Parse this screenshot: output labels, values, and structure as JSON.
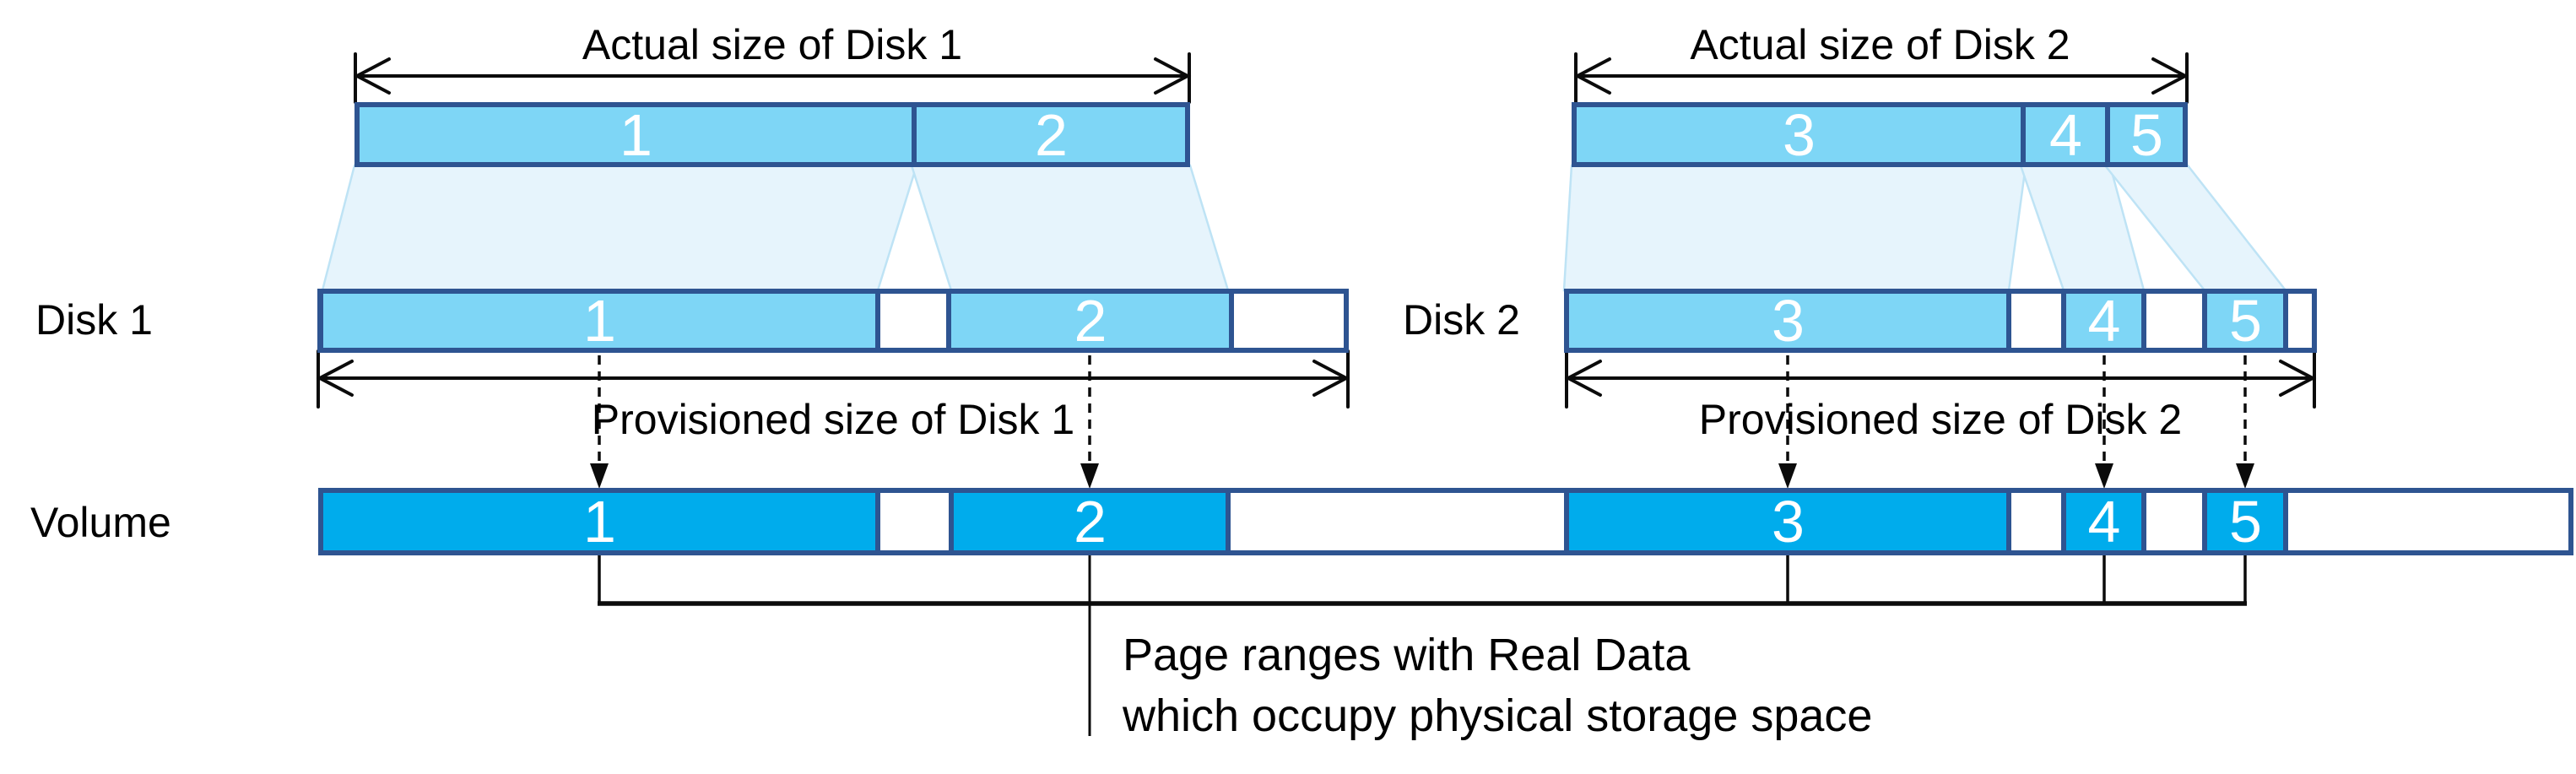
{
  "colors": {
    "page_fill": "#7ED6F6",
    "volume_fill": "#00ACEC",
    "frame_border": "#2E5491",
    "mapping_fill": "#E6F4FC",
    "mapping_edge": "#BEE3F5",
    "line_color": "#0B0B0B",
    "number_text": "#FFFFFF",
    "label_text": "#000000"
  },
  "pages": {
    "p1": "1",
    "p2": "2",
    "p3": "3",
    "p4": "4",
    "p5": "5"
  },
  "labels": {
    "disk1": "Disk 1",
    "disk2": "Disk 2",
    "volume": "Volume"
  },
  "annotations": {
    "actual_disk1": "Actual size of Disk 1",
    "actual_disk2": "Actual size of Disk 2",
    "provisioned_disk1": "Provisioned size of Disk 1",
    "provisioned_disk2": "Provisioned size of Disk 2",
    "caption_line1": "Page ranges with Real Data",
    "caption_line2": "which occupy physical storage space"
  }
}
